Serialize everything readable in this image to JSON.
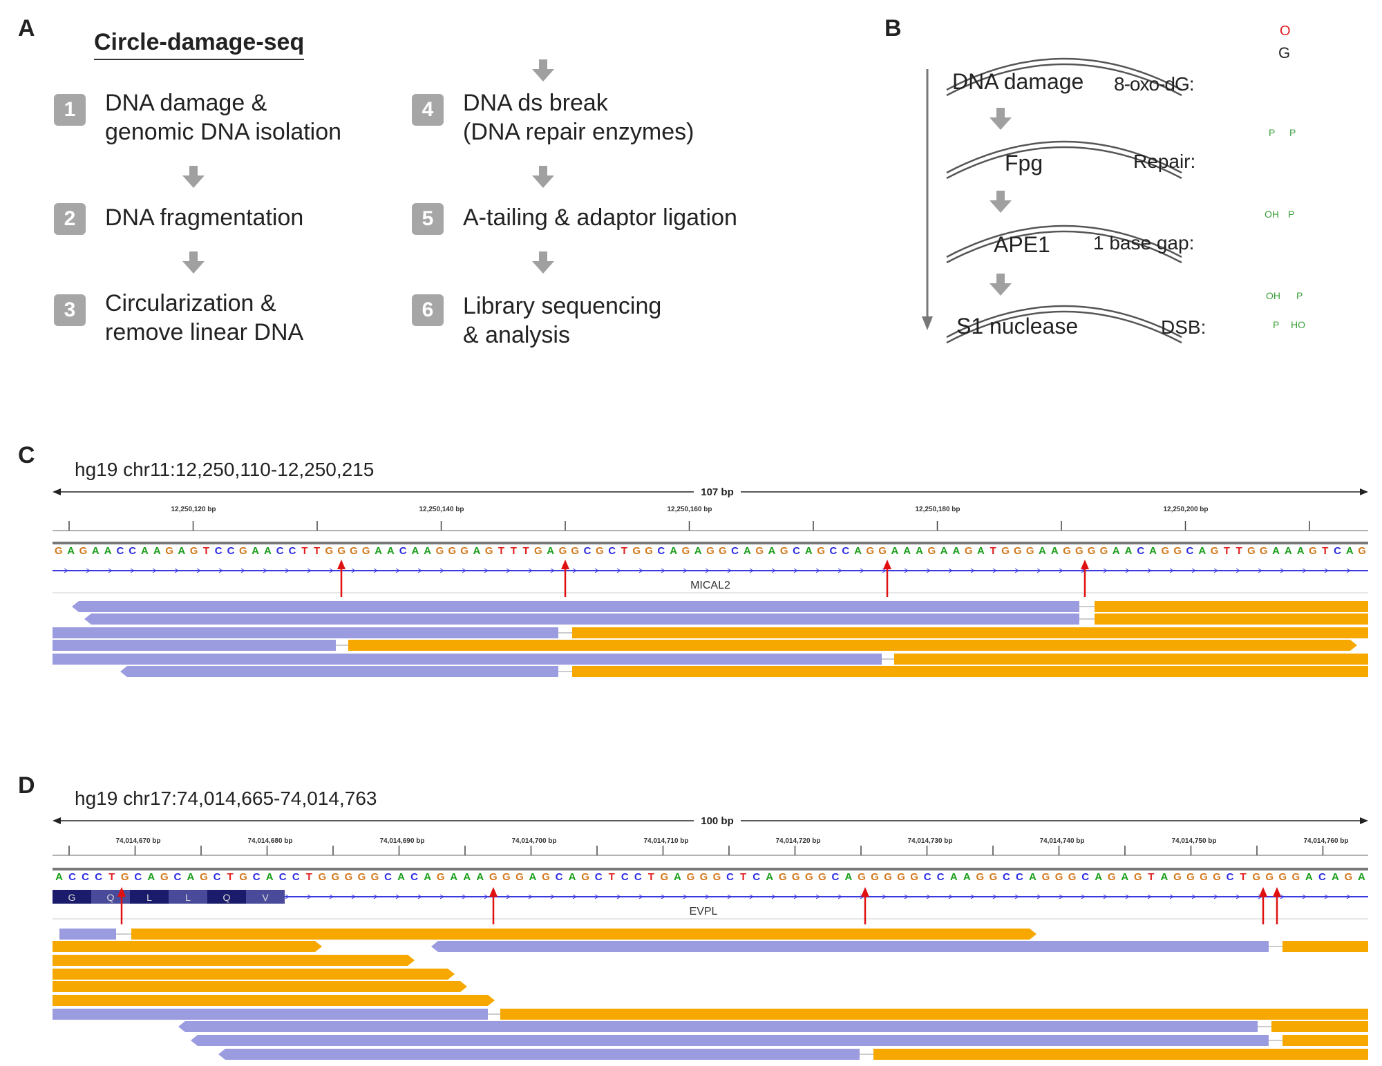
{
  "panelA": {
    "letter": "A",
    "title": "Circle-damage-seq",
    "steps": [
      {
        "num": "1",
        "line1": "DNA damage &",
        "line2": "genomic DNA isolation"
      },
      {
        "num": "2",
        "line1": "DNA fragmentation",
        "line2": ""
      },
      {
        "num": "3",
        "line1": "Circularization &",
        "line2": "remove linear DNA"
      },
      {
        "num": "4",
        "line1": "DNA ds break",
        "line2": "(DNA repair enzymes)"
      },
      {
        "num": "5",
        "line1": "A-tailing & adaptor ligation",
        "line2": ""
      },
      {
        "num": "6",
        "line1": "Library sequencing",
        "line2": "& analysis"
      }
    ]
  },
  "panelB": {
    "letter": "B",
    "steps": [
      "DNA damage",
      "Fpg",
      "APE1",
      "S1 nuclease"
    ],
    "labels": [
      "8-oxo-dG:",
      "Repair:",
      "1 base gap:",
      "DSB:"
    ],
    "mods": {
      "o": "O",
      "g": "G",
      "p": "P",
      "oh": "OH",
      "ho": "HO"
    }
  },
  "panelC": {
    "letter": "C",
    "locus": "hg19 chr11:12,250,110-12,250,215",
    "span": "107 bp",
    "ticks": [
      "12,250,120 bp",
      "12,250,140 bp",
      "12,250,160 bp",
      "12,250,180 bp",
      "12,250,200 bp"
    ],
    "sequence": "GAGAACCAAGAGTCCGAACCTTGGGGAACAAGGGAGTTTGAGGCGCTGGCAGAGGCAGAGCAGCCAGGAAAGAAGATGGGAAGGGGAACAGGCAGTTGGAAAGTCAG",
    "gene": "MICAL2"
  },
  "panelD": {
    "letter": "D",
    "locus": "hg19 chr17:74,014,665-74,014,763",
    "span": "100 bp",
    "ticks": [
      "74,014,670 bp",
      "74,014,680 bp",
      "74,014,690 bp",
      "74,014,700 bp",
      "74,014,710 bp",
      "74,014,720 bp",
      "74,014,730 bp",
      "74,014,740 bp",
      "74,014,750 bp",
      "74,014,760 bp"
    ],
    "sequence": "ACCCTGCAGCAGCTGCACCTGGGGGCACAGAAAGGGAGCAGCTCCTGAGGGCTCAGGGGCAGGGGGCCAAGGCCAGGGCAGAGTAGGGGCTGGGGACAGA",
    "gene": "EVPL",
    "codons": [
      "G",
      "Q",
      "L",
      "L",
      "Q",
      "V"
    ]
  },
  "colors": {
    "A": "#1a9e1a",
    "C": "#2a2ae0",
    "G": "#d1781c",
    "T": "#e02020",
    "read_purple": "#9b9be0",
    "read_orange": "#f7a800",
    "arrow_red": "#e01010"
  }
}
